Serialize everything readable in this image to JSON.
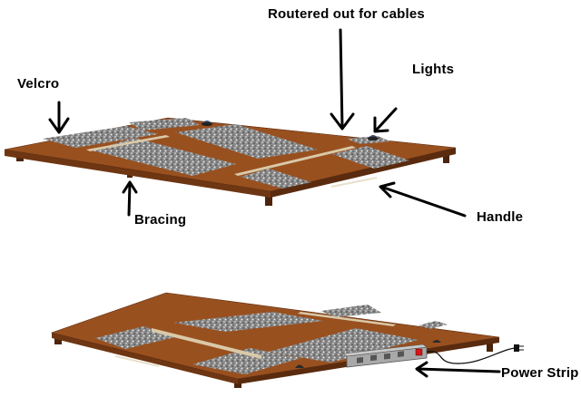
{
  "labels": {
    "velcro": "Velcro",
    "routered": "Routered out for cables",
    "lights": "Lights",
    "bracing": "Bracing",
    "handle": "Handle",
    "power_strip": "Power Strip"
  },
  "colors": {
    "wood_top": "#99501f",
    "wood_edge": "#6e3612",
    "wood_dark": "#4c240b",
    "gravel": "#8c8c8c",
    "rail": "#d9c9a8",
    "strip_body": "#a9a9a9",
    "strip_switch": "#d01818",
    "ink": "#000000"
  },
  "icons": {
    "arrow": "arrow-icon",
    "light": "light-fixture-icon",
    "plug": "plug-icon"
  }
}
